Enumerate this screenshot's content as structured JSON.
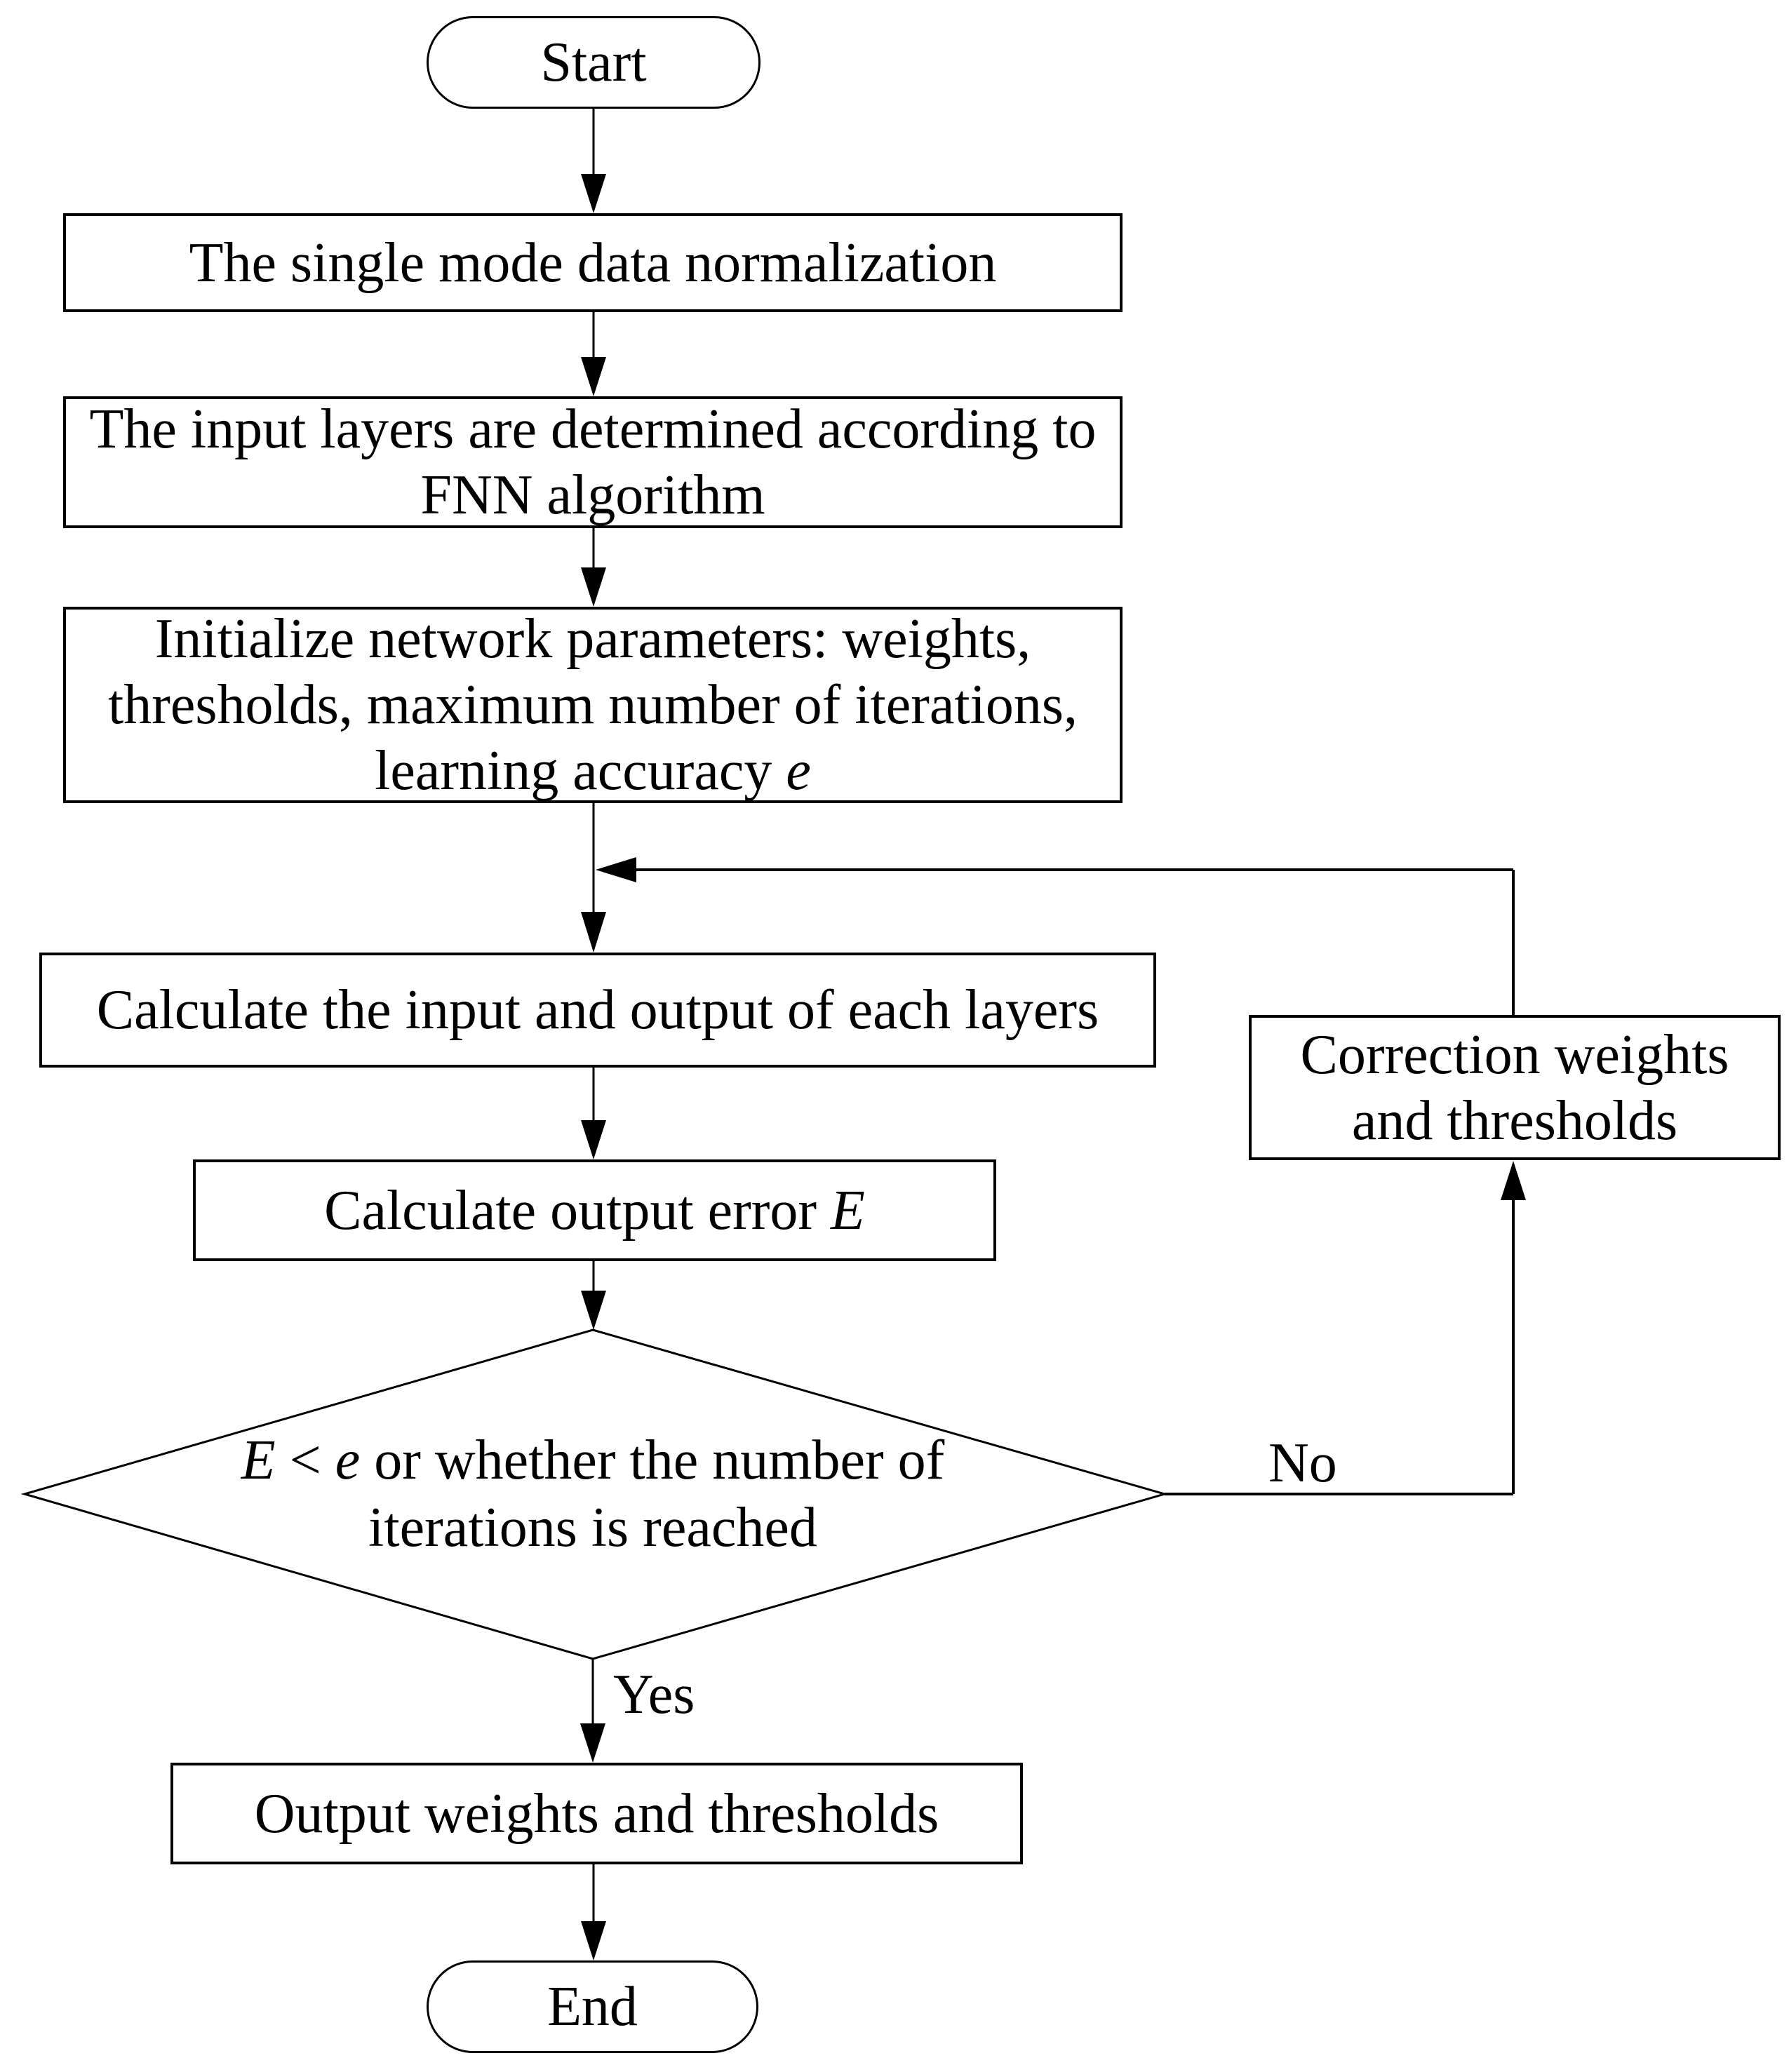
{
  "nodes": {
    "start": {
      "label": "Start"
    },
    "normalize": {
      "label": "The single mode data normalization"
    },
    "input_layers": {
      "lines": [
        "The input layers are determined according to",
        "FNN algorithm"
      ]
    },
    "initialize": {
      "lines": [
        "Initialize network parameters: weights,",
        "thresholds, maximum number of iterations,"
      ],
      "line3_prefix": "learning accuracy ",
      "line3_var": "e"
    },
    "calculate_io": {
      "label": "Calculate the input and output of each layers"
    },
    "calculate_error": {
      "prefix": "Calculate output error ",
      "var": "E"
    },
    "decision": {
      "var_E": "E",
      "comparator": " < ",
      "var_e": "e",
      "line1_rest": " or whether the number of",
      "line2": "iterations is reached"
    },
    "correction": {
      "lines": [
        "Correction weights",
        "and thresholds"
      ]
    },
    "output": {
      "label": "Output weights and thresholds"
    },
    "end": {
      "label": "End"
    }
  },
  "edge_labels": {
    "yes": "Yes",
    "no": "No"
  },
  "colors": {
    "line": "#000000",
    "background": "#ffffff",
    "node_fill": "#ffffff"
  }
}
